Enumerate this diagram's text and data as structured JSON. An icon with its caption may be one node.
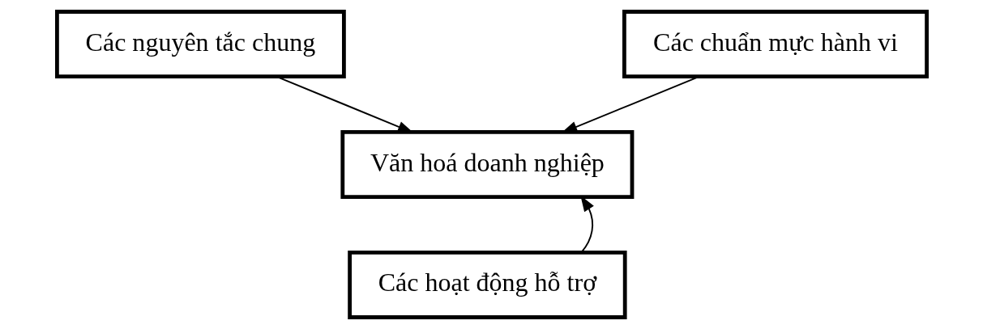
{
  "diagram": {
    "nodes": [
      {
        "text": [
          "Các nguyên tắc chung"
        ]
      },
      {
        "text": [
          "Các chuẩn mực hành vi"
        ]
      },
      {
        "text": [
          "Văn hoá doanh nghiệp"
        ]
      },
      {
        "text": [
          "Các hoạt động hỗ trợ"
        ]
      }
    ],
    "edges": [
      {
        "from": 0,
        "to": 2,
        "arrow": "to"
      },
      {
        "from": 1,
        "to": 2,
        "arrow": "to"
      },
      {
        "from": 3,
        "to": 2,
        "arrow": "to"
      }
    ]
  }
}
